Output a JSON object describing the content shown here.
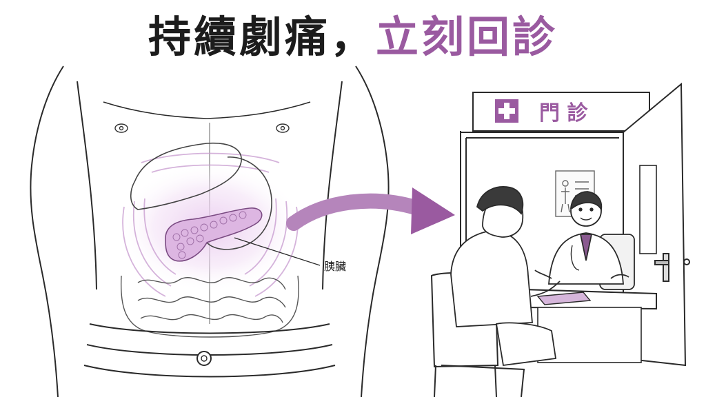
{
  "headline": {
    "part_black": "持續劇痛，",
    "part_purple": "立刻回診"
  },
  "anatomy": {
    "organ_label": "胰臟"
  },
  "clinic": {
    "sign_text": "門 診"
  },
  "colors": {
    "accent": "#9a5aa0",
    "ink": "#1c1c1c",
    "pancreas": "#ddb6e2"
  },
  "icons": [
    "medical-cross-icon",
    "right-arrow-icon"
  ]
}
